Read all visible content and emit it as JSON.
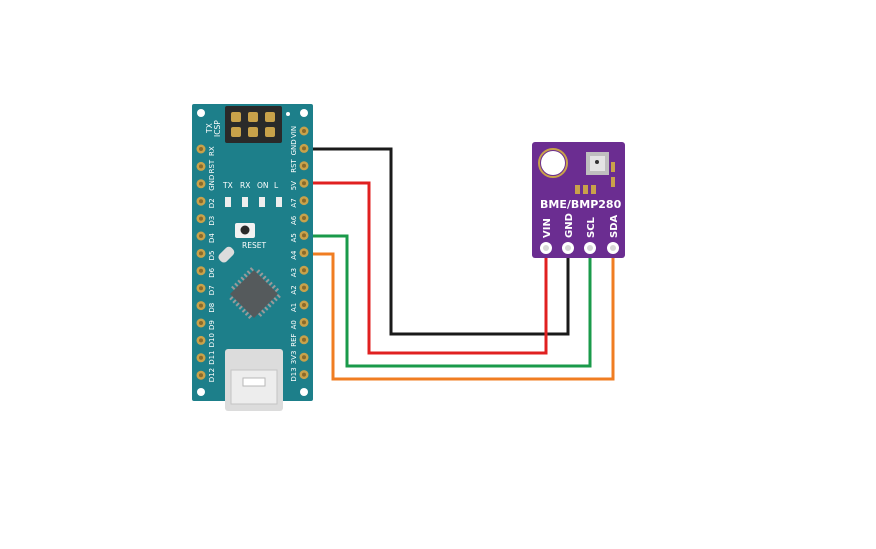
{
  "nano": {
    "header_labels": {
      "icsp": "ICSP",
      "tx_top": "TX"
    },
    "left_pins": [
      "RX",
      "RST",
      "GND",
      "D2",
      "D3",
      "D4",
      "D5",
      "D6",
      "D7",
      "D8",
      "D9",
      "D10",
      "D11",
      "D12"
    ],
    "right_pins": [
      "VIN",
      "GND",
      "RST",
      "5V",
      "A7",
      "A6",
      "A5",
      "A4",
      "A3",
      "A2",
      "A1",
      "A0",
      "REF",
      "3V3",
      "D13"
    ],
    "leds": [
      "TX",
      "RX",
      "ON",
      "L"
    ],
    "reset_label": "RESET",
    "colors": {
      "board": "#1d7f8a",
      "header": "#c9a24a",
      "chip": "#555a5c"
    }
  },
  "sensor": {
    "title": "BME/BMP280",
    "pins": [
      "VIN",
      "GND",
      "SCL",
      "SDA"
    ],
    "colors": {
      "board": "#6b2d91"
    }
  },
  "wires": [
    {
      "from": "GND",
      "to": "GND",
      "color": "#1a1a1a"
    },
    {
      "from": "5V",
      "to": "VIN",
      "color": "#e02020"
    },
    {
      "from": "A5",
      "to": "SCL",
      "color": "#1a9a4a"
    },
    {
      "from": "A4",
      "to": "SDA",
      "color": "#f07d22"
    }
  ]
}
